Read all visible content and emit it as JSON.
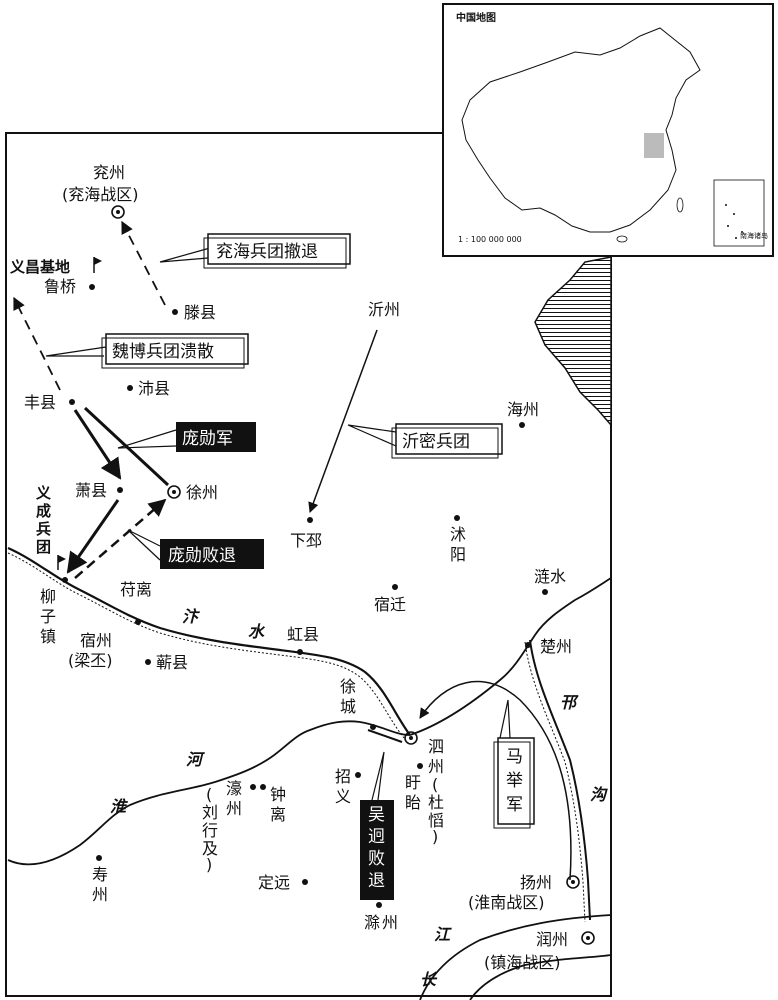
{
  "inset": {
    "title": "中国地图",
    "scale": "1 : 100 000 000",
    "sea_label": "南海诸岛"
  },
  "places": {
    "yanzhou": "兖州",
    "yanzhou_sub": "(兖海战区)",
    "luqiao": "鲁桥",
    "tengxian": "滕县",
    "yizhou": "沂州",
    "peixian": "沛县",
    "fengxian": "丰县",
    "haizhou": "海州",
    "xiaoxian": "萧县",
    "xuzhou": "徐州",
    "xiapi": "下邳",
    "shuyang_1": "沭",
    "shuyang_2": "阳",
    "liuzizhen": [
      "柳",
      "子",
      "镇"
    ],
    "fuli": "苻离",
    "suqian": "宿迁",
    "lianshui": "涟水",
    "suzhou": "宿州",
    "suzhou_sub": "(梁丕)",
    "qixian": "蕲县",
    "hongxian": "虹县",
    "chuzhou_huai": "楚州",
    "xucheng": [
      "徐",
      "城"
    ],
    "sizhou": [
      "泗",
      "州"
    ],
    "sizhou_sub": [
      "(",
      "杜",
      "慆",
      ")"
    ],
    "xuyi": [
      "盱",
      "眙"
    ],
    "zhaoyi": [
      "招",
      "义"
    ],
    "haozhou": [
      "濠",
      "州"
    ],
    "haozhou_sub": [
      "(",
      "刘",
      "行",
      "及",
      ")"
    ],
    "zhongli": [
      "钟",
      "离"
    ],
    "shouzhou": [
      "寿",
      "州"
    ],
    "dingyuan": "定远",
    "chuzhou": [
      "滁",
      "州"
    ],
    "yangzhou": "扬州",
    "yangzhou_sub": "(淮南战区)",
    "runzhou": "润州",
    "runzhou_sub": "(镇海战区)"
  },
  "bases": {
    "yichang": "义昌基地",
    "yicheng": [
      "义",
      "成",
      "兵",
      "团"
    ]
  },
  "rivers": {
    "bian_1": "汴",
    "bian_2": "水",
    "huai_1": "河",
    "huai_2": "淮",
    "han_1": "邗",
    "han_2": "沟",
    "jiang_1": "江",
    "jiang_2": "长"
  },
  "labels": {
    "yanhai": "兖海兵团撤退",
    "weibo": "魏博兵团溃散",
    "yimi": "沂密兵团",
    "pangxun": "庞勋军",
    "pangxun_defeat": "庞勋败退",
    "majun": [
      "马",
      "举",
      "军"
    ],
    "wujiong": [
      "吴",
      "迥",
      "败",
      "退"
    ]
  }
}
